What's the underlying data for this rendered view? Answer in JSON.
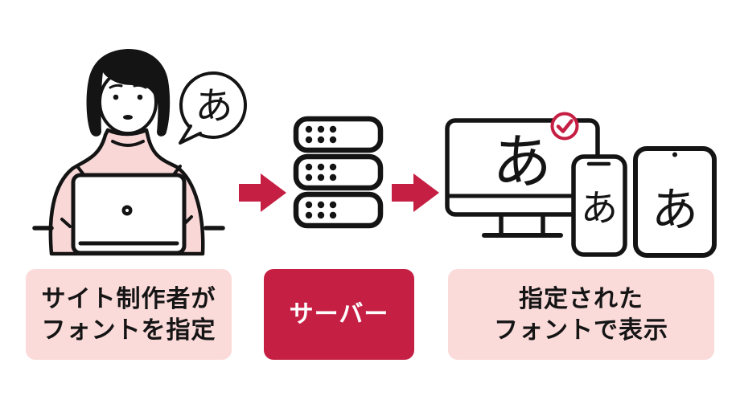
{
  "diagram": {
    "title_implied": "web-font delivery flow",
    "glyphs": {
      "speech_bubble": "あ",
      "monitor": "あ",
      "phone": "あ",
      "tablet": "あ"
    },
    "labels": {
      "creator_line1": "サイト制作者が",
      "creator_line2": "フォントを指定",
      "server": "サーバー",
      "display_line1": "指定された",
      "display_line2": "フォントで表示"
    },
    "colors": {
      "accent_red": "#C51F43",
      "light_pink": "#FBDADA",
      "sweater_pink": "#F9D7D7",
      "ink": "#141414",
      "background": "#FFFFFF"
    },
    "icons": [
      "site-creator-person-icon",
      "speech-bubble-icon",
      "laptop-icon",
      "arrow-right-icon",
      "server-stack-icon",
      "arrow-right-icon",
      "desktop-monitor-icon",
      "check-badge-icon",
      "smartphone-icon",
      "tablet-icon"
    ]
  }
}
